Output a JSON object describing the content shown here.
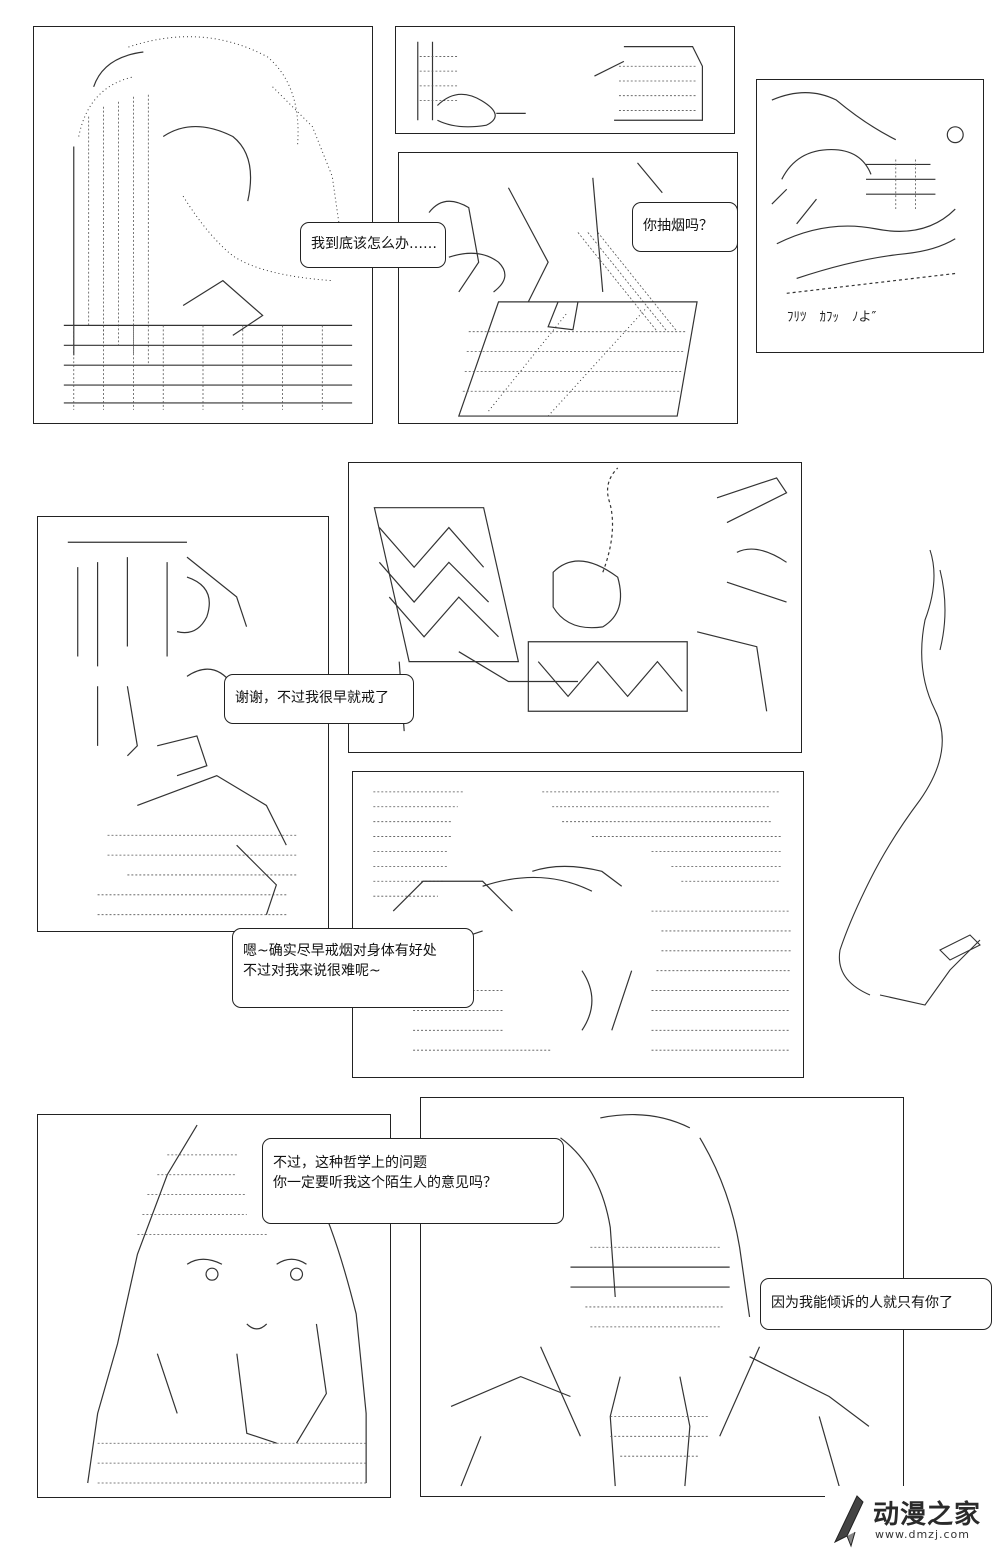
{
  "bubbles": {
    "how_to_do": "我到底该怎么办……",
    "do_you_smoke": "你抽烟吗？",
    "quit_early": "谢谢，不过我很早就戒了",
    "quit_good_line1": "嗯~确实尽早戒烟对身体有好处",
    "quit_good_line2": "不过对我来说很难呢~",
    "philosophy_line1": "不过，这种哲学上的问题",
    "philosophy_line2": "你一定要听我这个陌生人的意见吗？",
    "only_you": "因为我能倾诉的人就只有你了"
  },
  "art_text": {
    "sfx": "ﾌﾘﾂ　ｶﾌｯ　ﾉよ″"
  },
  "watermark": {
    "brand": "动漫之家",
    "url": "www.dmzj.com"
  }
}
